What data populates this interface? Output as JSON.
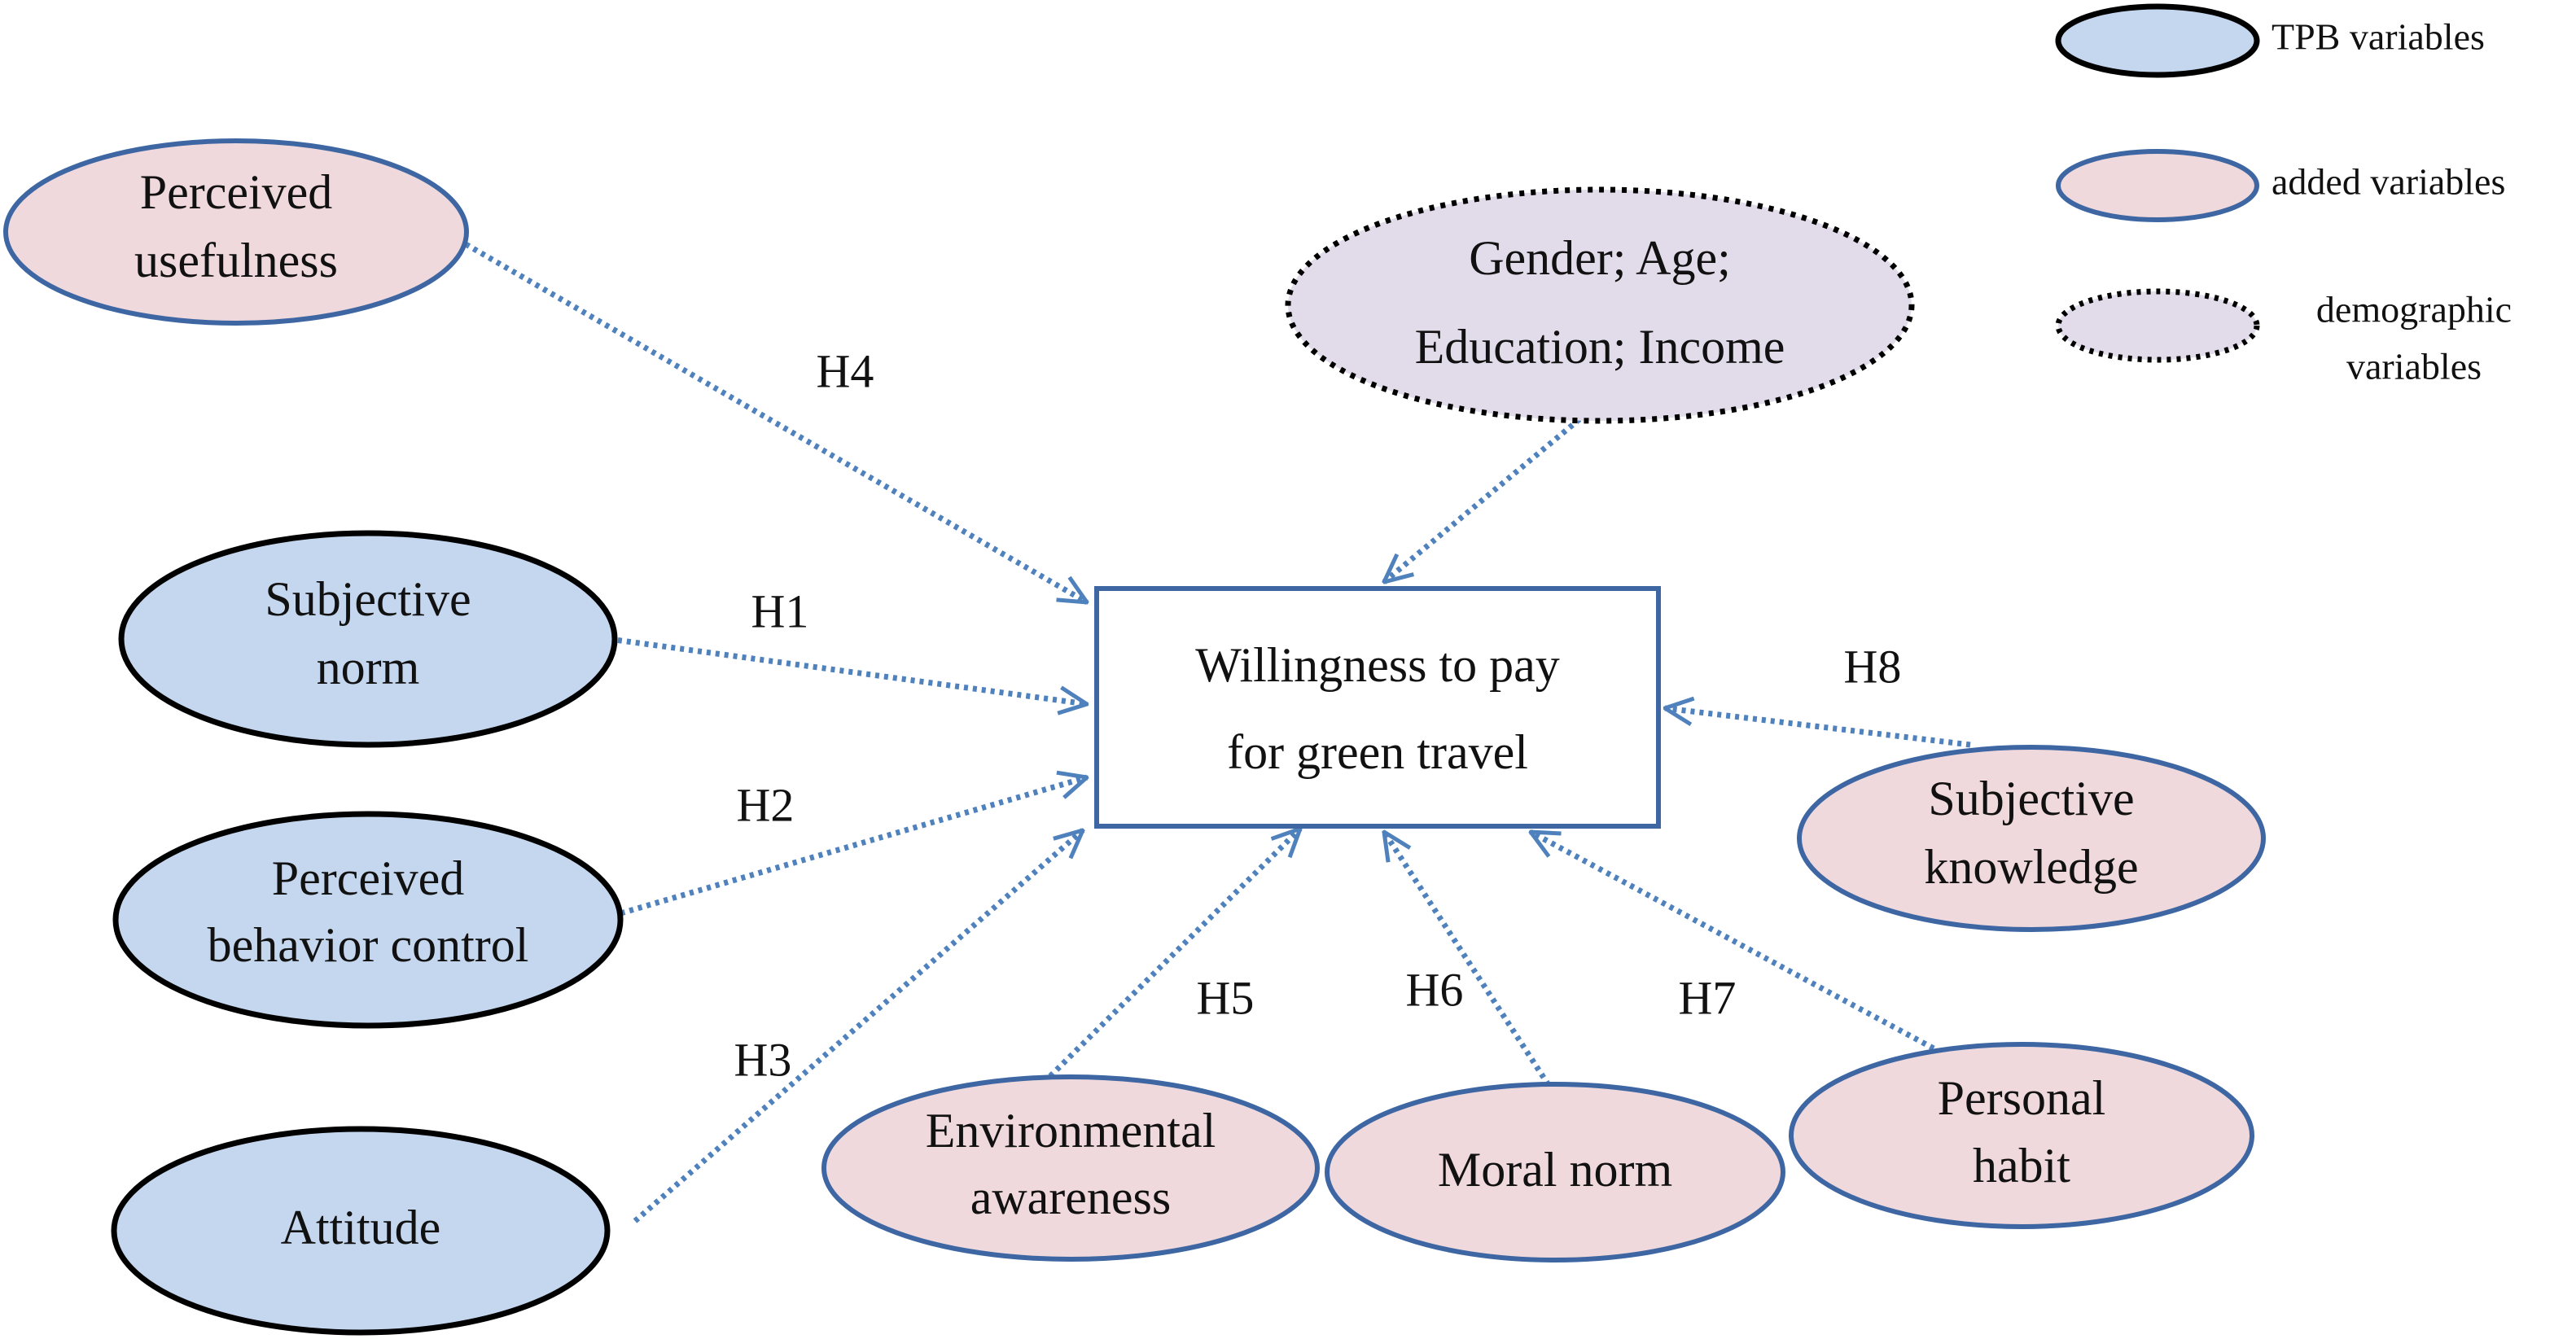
{
  "colors": {
    "tpb_fill": "#c5d7ee",
    "added_fill": "#efd9dc",
    "demo_fill": "#e2dcea",
    "edge_blue": "#3d66a3",
    "arrow_blue": "#4f81bd"
  },
  "center": {
    "lines": [
      "Willingness to pay",
      "for green travel"
    ]
  },
  "nodes": {
    "perceived_usefulness": {
      "lines": [
        "Perceived",
        "usefulness"
      ],
      "category": "added"
    },
    "subjective_norm": {
      "lines": [
        "Subjective",
        "norm"
      ],
      "category": "tpb"
    },
    "perceived_behavior_control": {
      "lines": [
        "Perceived",
        "behavior control"
      ],
      "category": "tpb"
    },
    "attitude": {
      "lines": [
        "Attitude"
      ],
      "category": "tpb"
    },
    "demographics": {
      "lines": [
        "Gender; Age;",
        "Education; Income"
      ],
      "category": "demographic"
    },
    "subjective_knowledge": {
      "lines": [
        "Subjective",
        "knowledge"
      ],
      "category": "added"
    },
    "environmental_awareness": {
      "lines": [
        "Environmental",
        "awareness"
      ],
      "category": "added"
    },
    "moral_norm": {
      "lines": [
        "Moral norm"
      ],
      "category": "added"
    },
    "personal_habit": {
      "lines": [
        "Personal",
        "habit"
      ],
      "category": "added"
    }
  },
  "hypotheses": {
    "h1": "H1",
    "h2": "H2",
    "h3": "H3",
    "h4": "H4",
    "h5": "H5",
    "h6": "H6",
    "h7": "H7",
    "h8": "H8"
  },
  "legend": {
    "tpb": {
      "lines": [
        "TPB variables"
      ]
    },
    "added": {
      "lines": [
        "added variables"
      ]
    },
    "demographic": {
      "lines": [
        "demographic",
        "variables"
      ]
    }
  }
}
